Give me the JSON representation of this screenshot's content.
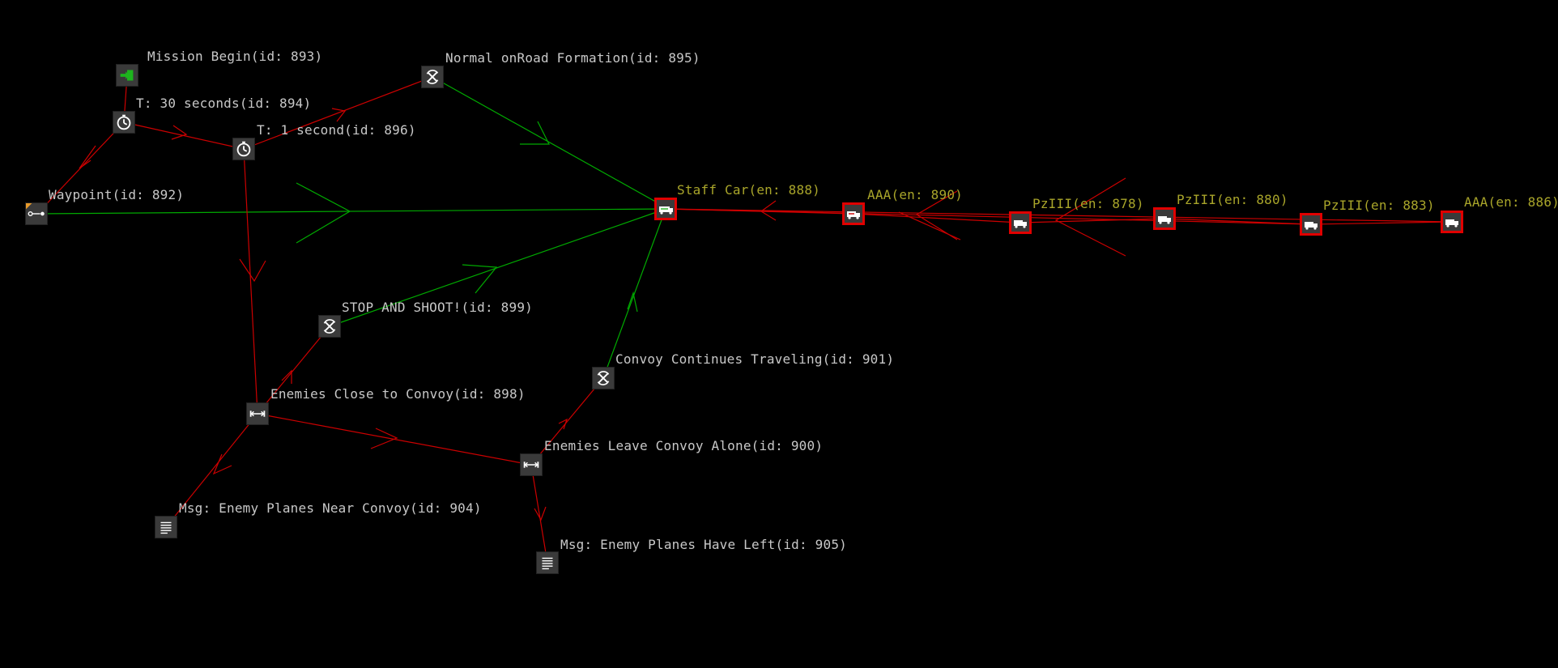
{
  "colors": {
    "background": "#000000",
    "object_link": "#00aa00",
    "target_link": "#cc0000",
    "trigger_label": "#c8c8c8",
    "unit_label": "#a9a52a",
    "unit_border": "#e00000"
  },
  "nodes": {
    "mission_begin": {
      "label": "Mission Begin(id: 893)",
      "icon": "mission-begin-icon"
    },
    "timer_30s": {
      "label": "T: 30 seconds(id: 894)",
      "icon": "timer-icon"
    },
    "timer_1s": {
      "label": "T: 1 second(id: 896)",
      "icon": "timer-icon"
    },
    "waypoint": {
      "label": "Waypoint(id: 892)",
      "icon": "waypoint-icon"
    },
    "formation": {
      "label": "Normal onRoad Formation(id: 895)",
      "icon": "formation-icon"
    },
    "stop_shoot": {
      "label": "STOP AND SHOOT!(id: 899)",
      "icon": "formation-icon"
    },
    "continue_travel": {
      "label": "Convoy Continues Traveling(id: 901)",
      "icon": "formation-icon"
    },
    "enemies_close": {
      "label": "Enemies Close to Convoy(id: 898)",
      "icon": "proximity-icon"
    },
    "enemies_leave": {
      "label": "Enemies Leave Convoy Alone(id: 900)",
      "icon": "proximity-icon"
    },
    "msg_near": {
      "label": "Msg:  Enemy Planes Near Convoy(id: 904)",
      "icon": "message-icon"
    },
    "msg_left": {
      "label": "Msg:  Enemy Planes Have Left(id: 905)",
      "icon": "message-icon"
    }
  },
  "units": {
    "staff_car": {
      "label": "Staff Car(en: 888)",
      "icon": "staff-car-icon"
    },
    "aaa_890": {
      "label": "AAA(en: 890)",
      "icon": "truck-icon"
    },
    "pz_878": {
      "label": "PzIII(en: 878)",
      "icon": "truck-icon"
    },
    "pz_880": {
      "label": "PzIII(en: 880)",
      "icon": "truck-icon"
    },
    "pz_883": {
      "label": "PzIII(en: 883)",
      "icon": "truck-icon"
    },
    "aaa_886": {
      "label": "AAA(en: 886)",
      "icon": "truck-icon"
    }
  }
}
